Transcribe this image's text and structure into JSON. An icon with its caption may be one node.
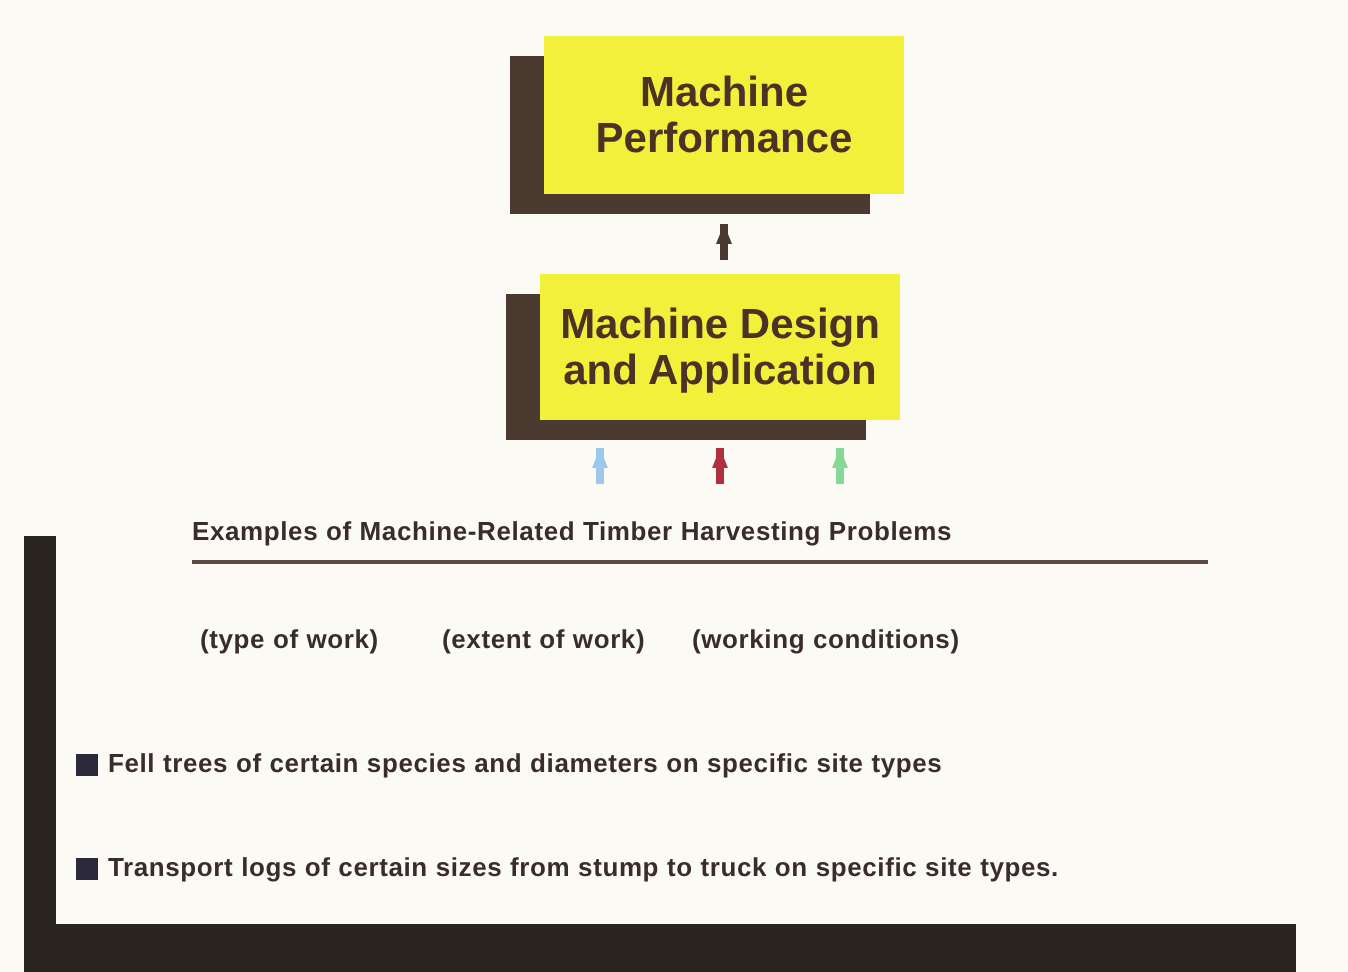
{
  "diagram": {
    "nodes": [
      {
        "text": [
          "Machine Performance"
        ]
      },
      {
        "text": [
          "Machine Design and Application"
        ]
      },
      {
        "text": [
          "Examples of Machine-Related Timber Harvesting Problems",
          "(type of work)",
          "(extent of work)",
          "(working conditions)",
          "Fell trees of certain species and diameters on specific site types",
          "Transport logs of certain sizes from stump to truck on specific site types."
        ]
      }
    ],
    "edges": [
      {
        "from": 1,
        "to": 0,
        "arrow": "to"
      },
      {
        "from": 2,
        "to": 1,
        "arrow": "to",
        "color": "#9cc8ec"
      },
      {
        "from": 2,
        "to": 1,
        "arrow": "to",
        "color": "#b03040"
      },
      {
        "from": 2,
        "to": 1,
        "arrow": "to",
        "color": "#86d896"
      }
    ]
  }
}
